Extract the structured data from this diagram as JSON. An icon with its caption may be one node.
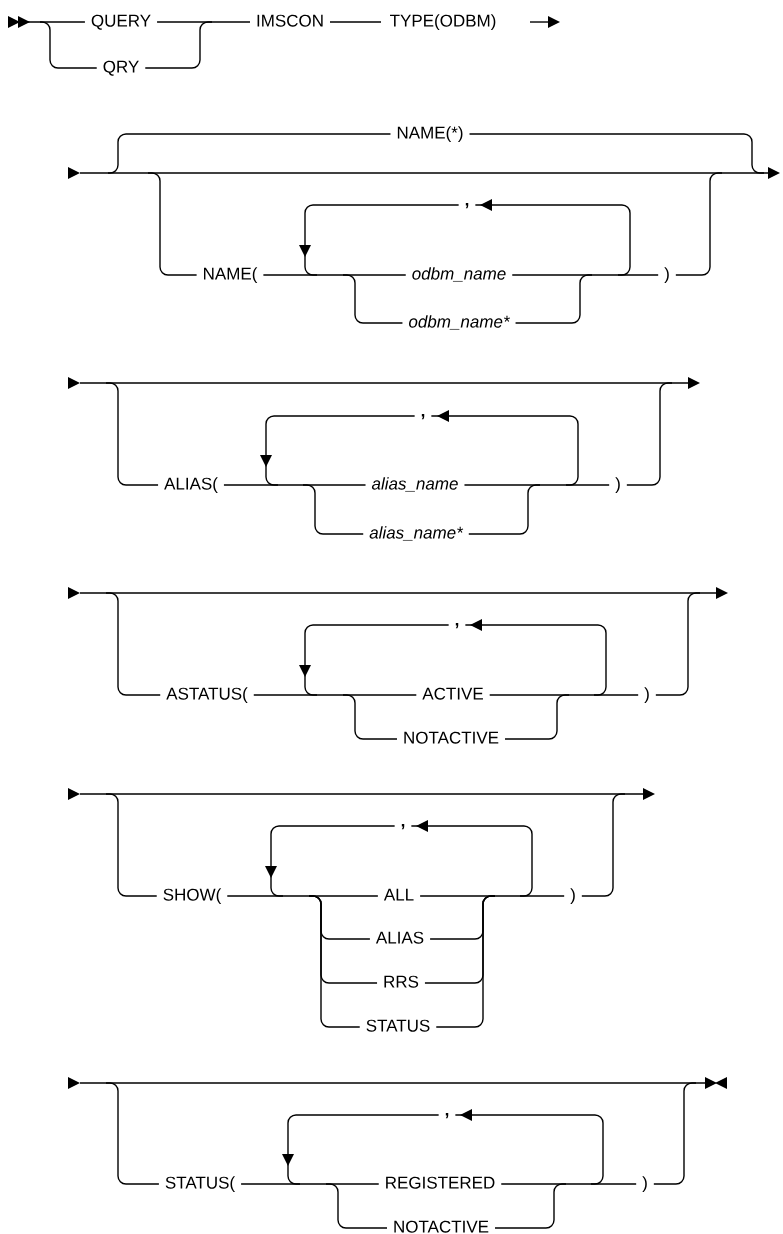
{
  "diagram": {
    "labels": [
      "QUERY",
      "QRY",
      "IMSCON",
      "TYPE(ODBM)",
      "NAME(*)",
      ",",
      "NAME(",
      "odbm_name",
      "odbm_name*",
      ")",
      ",",
      "ALIAS(",
      "alias_name",
      "alias_name*",
      ")",
      ",",
      "ASTATUS(",
      "ACTIVE",
      "NOTACTIVE",
      ")",
      ",",
      "SHOW(",
      "ALL",
      "ALIAS",
      "RRS",
      "STATUS",
      ")",
      ",",
      "STATUS(",
      "REGISTERED",
      "NOTACTIVE",
      ")"
    ]
  }
}
